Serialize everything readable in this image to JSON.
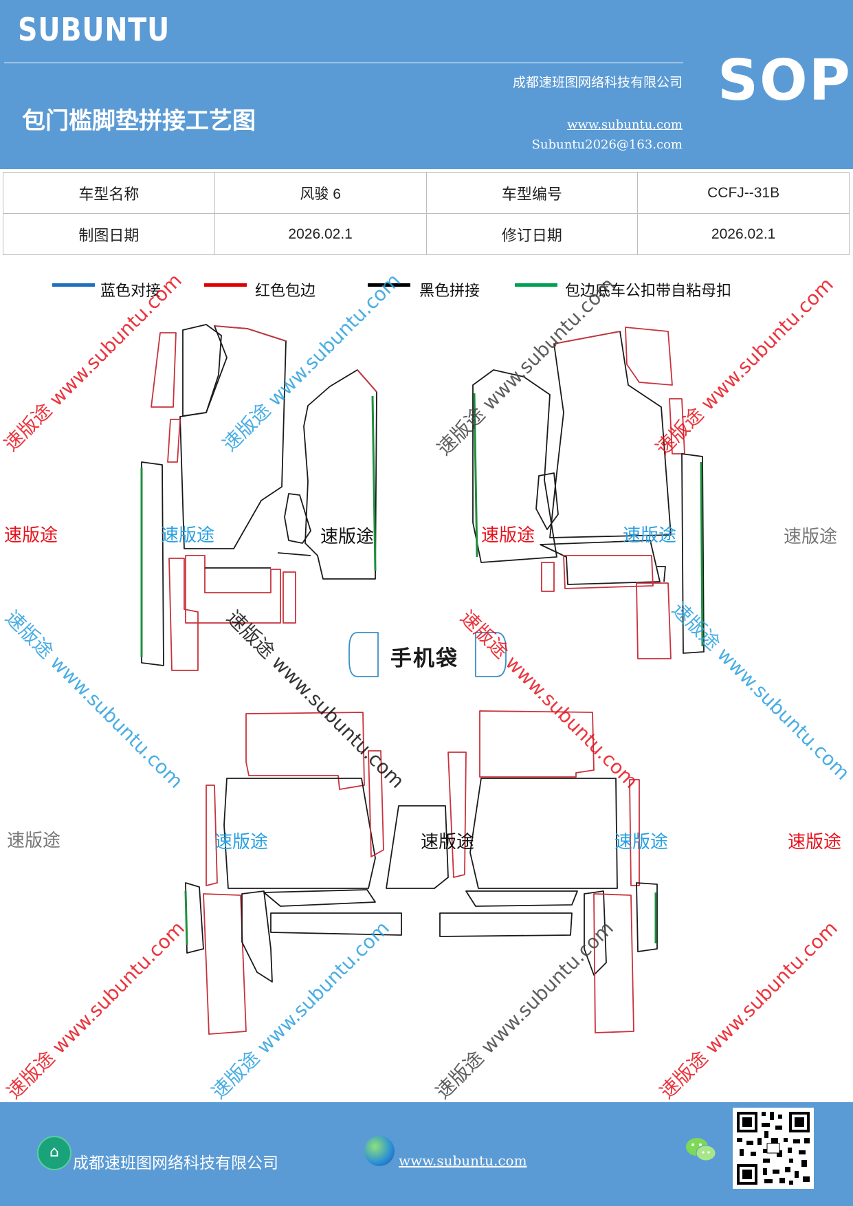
{
  "header": {
    "brand": "SUBUNTU",
    "company": "成都速班图网络科技有限公司",
    "title": "包门槛脚垫拼接工艺图",
    "website": "www.subuntu.com",
    "email": "Subuntu2026@163.com",
    "badge": "SOP"
  },
  "info_table": {
    "rows": [
      [
        "车型名称",
        "风骏 6",
        "车型编号",
        "CCFJ--31B"
      ],
      [
        "制图日期",
        "2026.02.1",
        "修订日期",
        "2026.02.1"
      ]
    ]
  },
  "legend": [
    {
      "label": "蓝色对接",
      "color": "#1f6fbf"
    },
    {
      "label": "红色包边",
      "color": "#e00000"
    },
    {
      "label": "黑色拼接",
      "color": "#000000"
    },
    {
      "label": "包边底车公扣带自粘母扣",
      "color": "#00a050"
    }
  ],
  "drawing": {
    "phone_pocket": "手机袋"
  },
  "watermarks": {
    "brand_text": "速版途",
    "combo_text": "速版途 www.subuntu.com",
    "url_text": "www.subuntu.com"
  },
  "footer": {
    "company": "成都速班图网络科技有限公司",
    "website": "www.subuntu.com"
  },
  "colors": {
    "header_bg": "#5b9bd5",
    "outline_red": "#c8323c",
    "outline_black": "#1a1a1a",
    "edge_green": "#1f8f3f",
    "edge_blue": "#3a8fc8"
  },
  "icons": [
    "home-icon",
    "globe-icon",
    "wechat-icon",
    "qr-code"
  ]
}
